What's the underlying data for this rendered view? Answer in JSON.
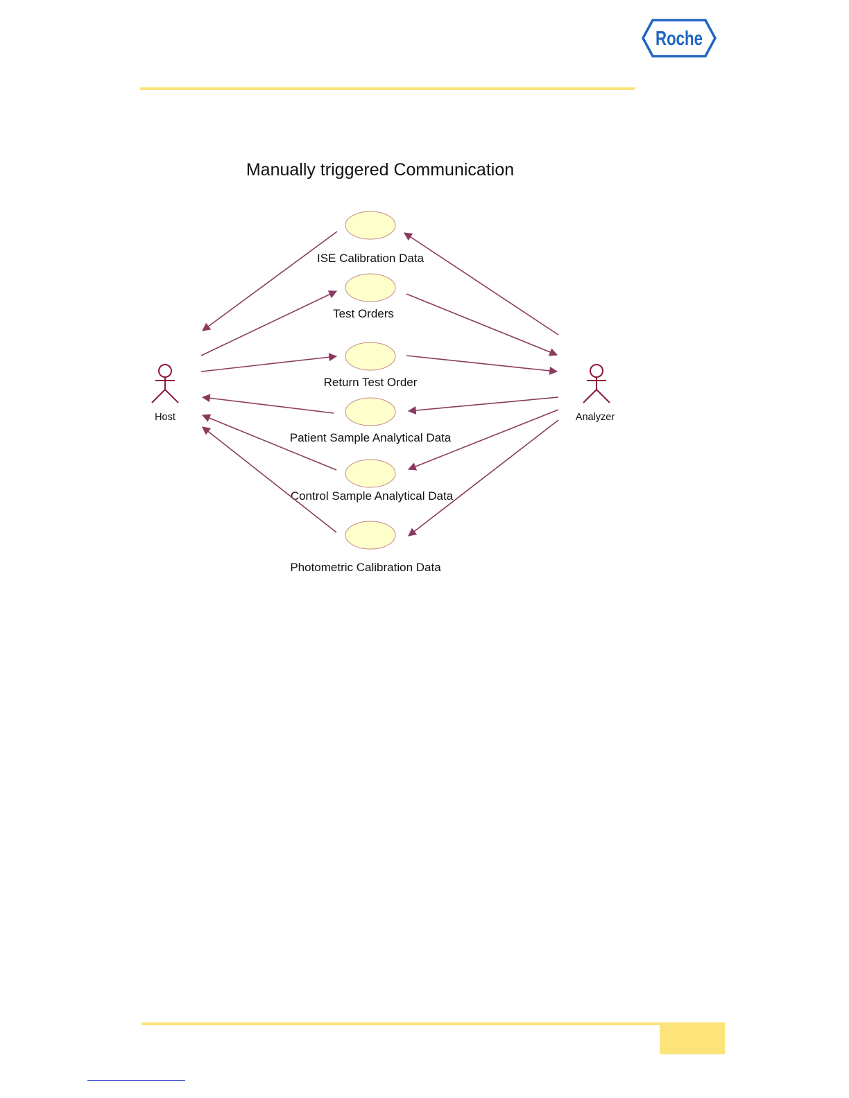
{
  "logo": {
    "text": "Roche",
    "color": "#1f66c2"
  },
  "diagram": {
    "title": "Manually triggered Communication",
    "actors": {
      "host": "Host",
      "analyzer": "Analyzer"
    },
    "use_cases": [
      {
        "label": "ISE Calibration Data",
        "flow": "Analyzer to Host"
      },
      {
        "label": "Test Orders",
        "flow": "Host to Analyzer"
      },
      {
        "label": "Return Test Order",
        "flow": "Host to Analyzer"
      },
      {
        "label": "Patient Sample Analytical Data",
        "flow": "Analyzer to Host"
      },
      {
        "label": "Control Sample Analytical Data",
        "flow": "Analyzer to Host"
      },
      {
        "label": "Photometric Calibration Data",
        "flow": "Analyzer to Host"
      }
    ],
    "colors": {
      "use_case_fill": "#ffffcc",
      "arrow": "#8b3a5f",
      "actor": "#8b1a3a",
      "rule": "#fce37a"
    }
  }
}
